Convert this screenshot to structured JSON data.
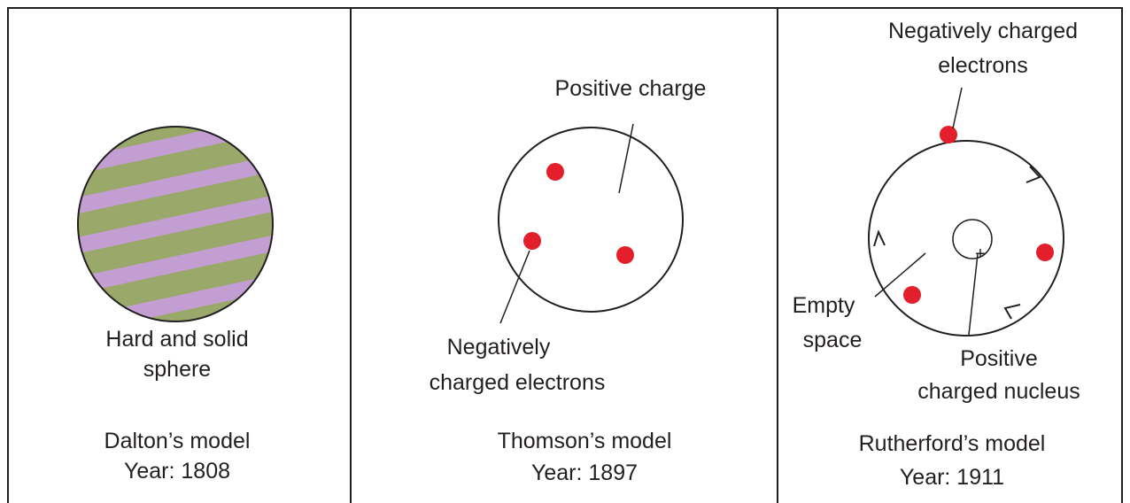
{
  "colors": {
    "outline": "#231f20",
    "electron": "#e21f2a",
    "dalton_green": "#9aa86a",
    "dalton_purple": "#c39ed3"
  },
  "dalton": {
    "sphere_label_line1": "Hard and solid",
    "sphere_label_line2": "sphere",
    "model_name": "Dalton’s model",
    "year": "Year: 1808"
  },
  "thomson": {
    "positive_label": "Positive charge",
    "electrons_label_line1": "Negatively",
    "electrons_label_line2": "charged electrons",
    "model_name": "Thomson’s model",
    "year": "Year: 1897"
  },
  "rutherford": {
    "electrons_label_line1": "Negatively charged",
    "electrons_label_line2": "electrons",
    "empty_label_line1": "Empty",
    "empty_label_line2": "space",
    "nucleus_label_line1": "Positive",
    "nucleus_label_line2": "charged nucleus",
    "nucleus_symbol": "+",
    "model_name": "Rutherford’s model",
    "year": "Year: 1911"
  }
}
